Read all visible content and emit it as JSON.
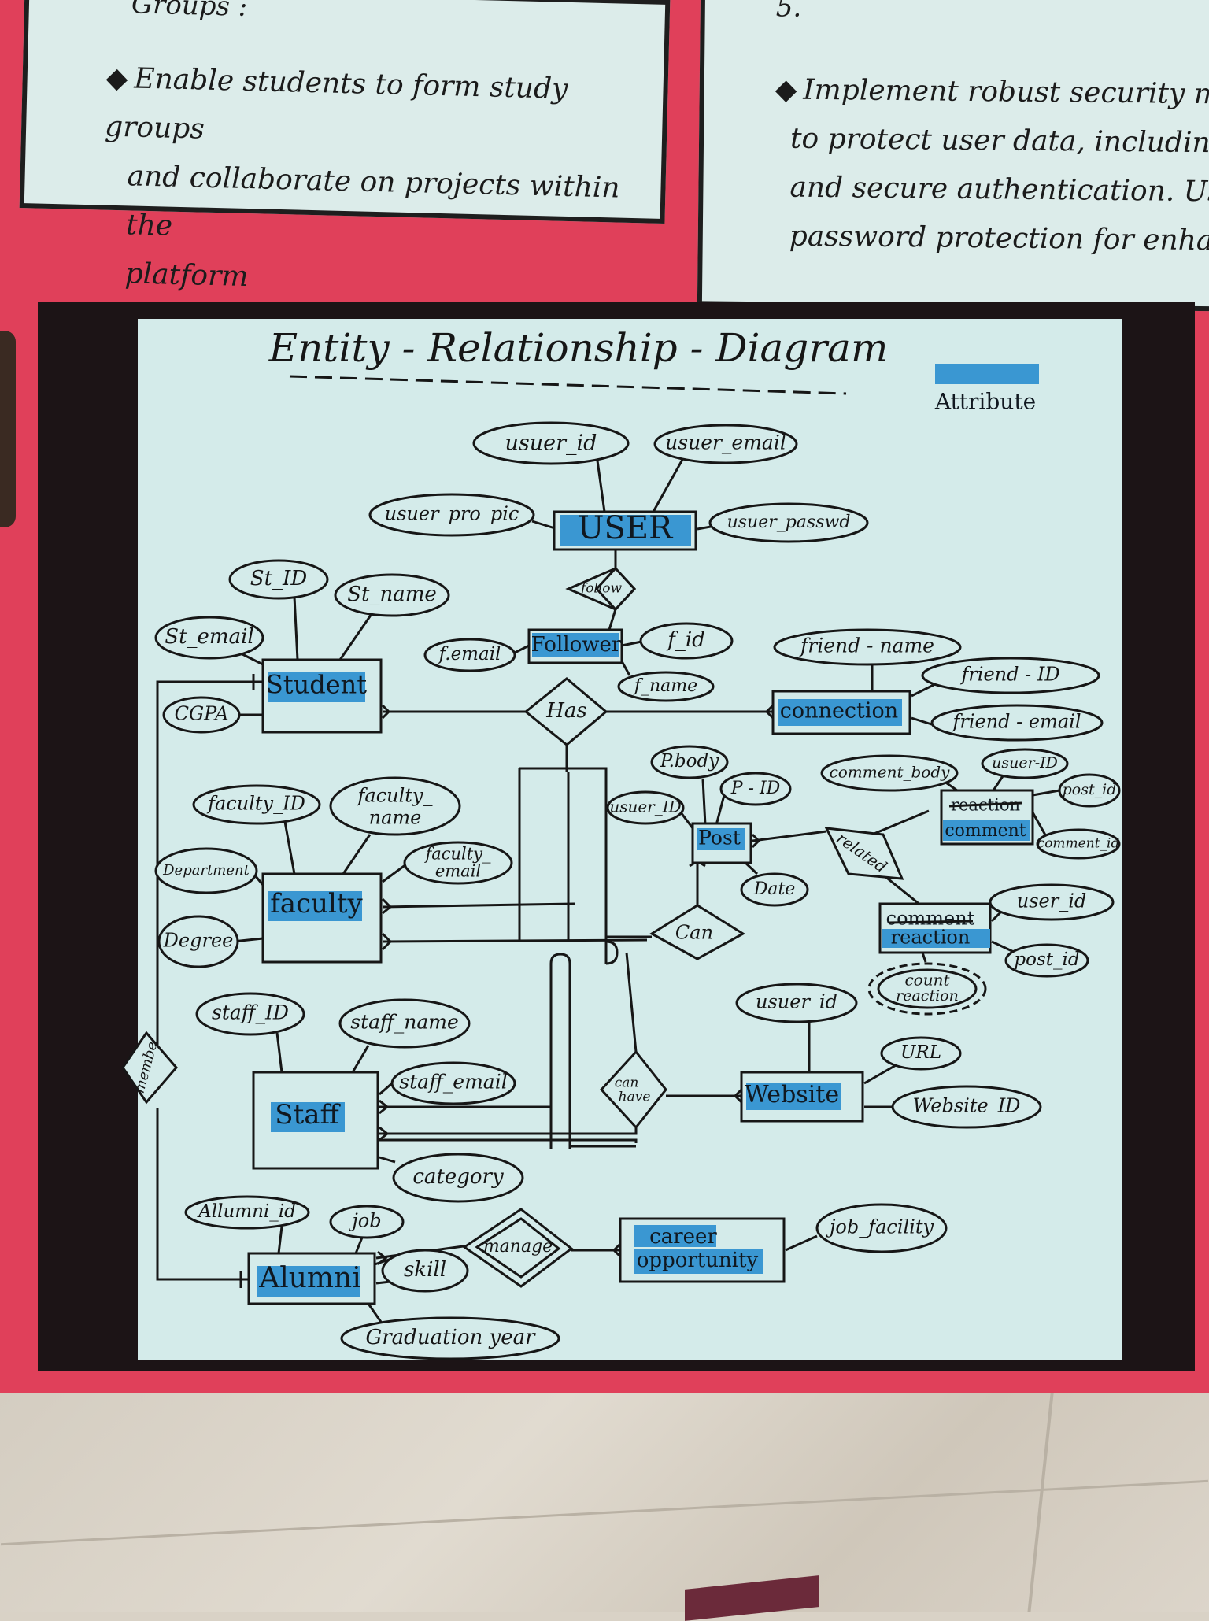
{
  "left_card": {
    "header": "Groups :",
    "bullet": [
      "Enable students to form study groups",
      "and collaborate on projects within the",
      "platform"
    ]
  },
  "right_card": {
    "header": "5.",
    "bullet": [
      "Implement robust security m",
      "to protect user data, including",
      "and secure authentication. Using",
      "password protection for enhanc"
    ]
  },
  "diagram": {
    "title": "Entity - Relationship - Diagram",
    "legend_label": "Attribute",
    "entities": {
      "user": "USER",
      "follower": "Follower",
      "student": "Student",
      "connection": "connection",
      "faculty": "faculty",
      "post": "Post",
      "staff": "Staff",
      "website": "Website",
      "alumni": "Alumni",
      "career_1": "career",
      "career_2": "opportunity",
      "reaction_comment_1": "reaction",
      "reaction_comment_2": "comment",
      "comment_reaction_1": "comment",
      "comment_reaction_2": "reaction"
    },
    "relationships": {
      "follow": "follow",
      "has": "Has",
      "can": "Can",
      "related": "related",
      "can_have_1": "can",
      "can_have_2": "have",
      "manage": "manage",
      "member": "membe"
    },
    "attributes": {
      "user_id": "usuer_id",
      "user_email": "usuer_email",
      "user_pro_pic": "usuer_pro_pic",
      "user_password": "usuer_passwd",
      "st_id": "St_ID",
      "st_name": "St_name",
      "st_email": "St_email",
      "cgpa": "CGPA",
      "f_email": "f.email",
      "f_id": "f_id",
      "f_name": "f_name",
      "friend_name": "friend - name",
      "friend_id": "friend - ID",
      "friend_email": "friend - email",
      "p_body": "P.body",
      "p_id": "P - ID",
      "post_user_id": "usuer_ID",
      "date": "Date",
      "comment_body": "comment_body",
      "comment_user_id": "usuer-ID",
      "comment_post_id": "post_id",
      "comment_id": "comment_id",
      "reaction_user_id": "user_id",
      "reaction_post_id": "post_id",
      "count_1": "count",
      "count_2": "reaction",
      "faculty_id": "faculty_ID",
      "faculty_name_1": "faculty_",
      "faculty_name_2": "name",
      "faculty_email_1": "faculty_",
      "faculty_email_2": "email",
      "department": "Department",
      "degree": "Degree",
      "staff_id": "staff_ID",
      "staff_name": "staff_name",
      "staff_email": "staff_email",
      "category": "category",
      "website_user_id": "usuer_id",
      "url": "URL",
      "website_id": "Website_ID",
      "alumni_id": "Allumni_id",
      "job": "job",
      "skill": "skill",
      "graduation_year": "Graduation year",
      "job_facility": "job_facility"
    }
  }
}
